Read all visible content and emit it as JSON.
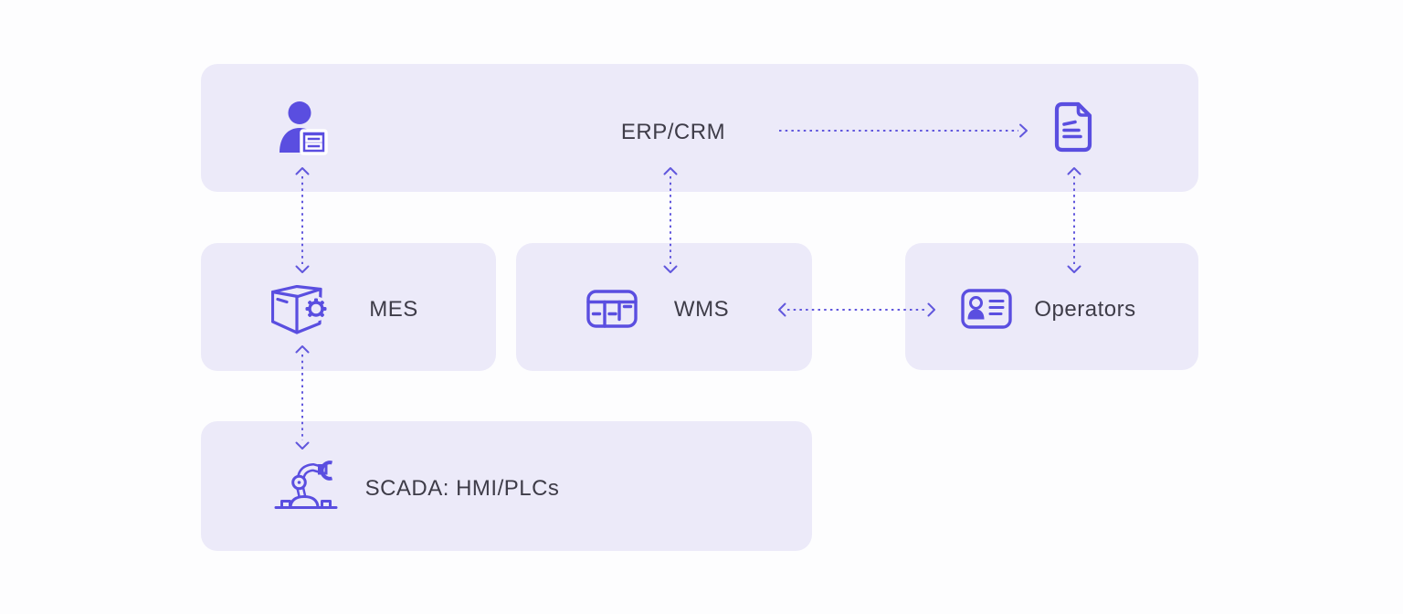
{
  "colors": {
    "accent": "#5a4ee0",
    "arrow": "#6157dd",
    "panel_bg": "#eceaf9",
    "page_bg": "#fdfdfe",
    "text": "#3e3c48"
  },
  "panels": {
    "erp": {
      "label": "ERP/CRM",
      "icons": [
        "user-icon",
        "document-icon"
      ]
    },
    "mes": {
      "label": "MES",
      "icons": [
        "package-gear-icon"
      ]
    },
    "wms": {
      "label": "WMS",
      "icons": [
        "warehouse-table-icon"
      ]
    },
    "operators": {
      "label": "Operators",
      "icons": [
        "id-card-icon"
      ]
    },
    "scada": {
      "label": "SCADA: HMI/PLCs",
      "icons": [
        "robot-arm-icon"
      ]
    }
  },
  "edges": [
    {
      "from": "user-icon",
      "to": "mes",
      "style": "dotted",
      "direction": "both"
    },
    {
      "from": "erp",
      "to": "wms",
      "style": "dotted",
      "direction": "both"
    },
    {
      "from": "erp",
      "to": "document-icon",
      "style": "dotted",
      "direction": "forward"
    },
    {
      "from": "document-icon",
      "to": "operators",
      "style": "dotted",
      "direction": "both"
    },
    {
      "from": "wms",
      "to": "operators",
      "style": "dotted",
      "direction": "both"
    },
    {
      "from": "mes",
      "to": "scada",
      "style": "dotted",
      "direction": "both"
    }
  ]
}
